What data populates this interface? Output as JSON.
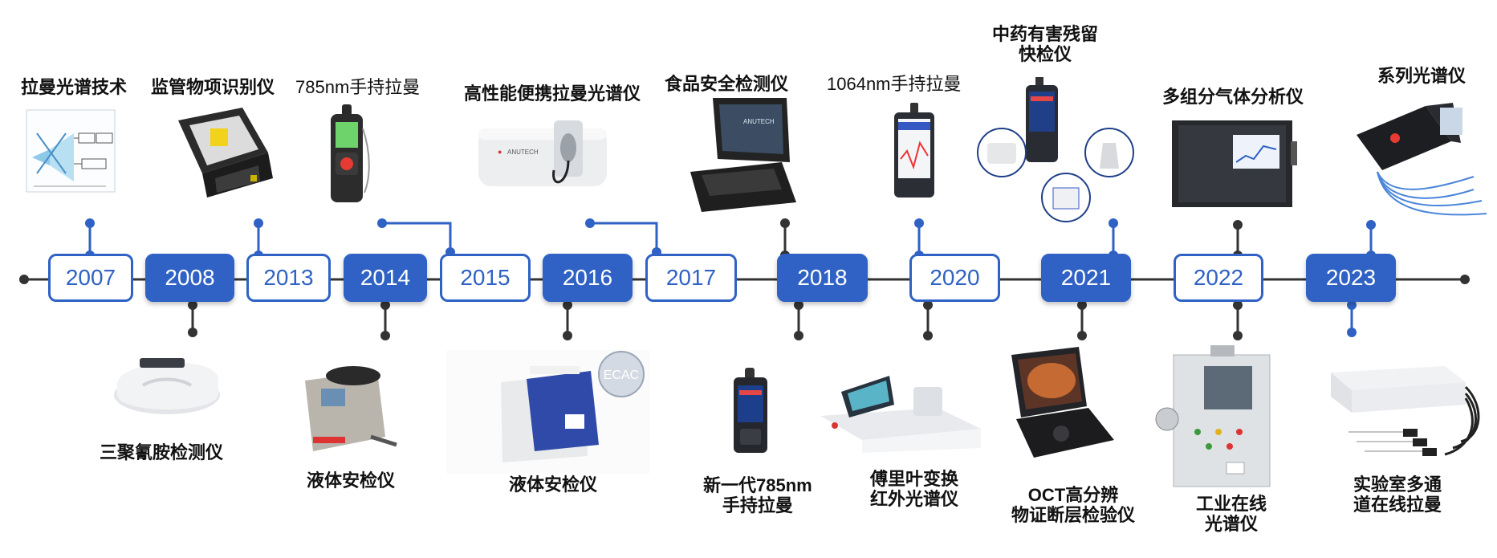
{
  "colors": {
    "accent": "#2f62c4",
    "line": "#333333",
    "white": "#ffffff"
  },
  "years": [
    "2007",
    "2008",
    "2013",
    "2014",
    "2015",
    "2016",
    "2017",
    "2018",
    "2020",
    "2021",
    "2022",
    "2023"
  ],
  "top_labels": {
    "raman_tech": "拉曼光谱技术",
    "regulated_id": "监管物项识别仪",
    "handheld_785": "785nm手持拉曼",
    "portable_raman": "高性能便携拉曼光谱仪",
    "food_safety": "食品安全检测仪",
    "handheld_1064": "1064nm手持拉曼",
    "tcm_line1": "中药有害残留",
    "tcm_line2": "快检仪",
    "multi_gas": "多组分气体分析仪",
    "series_spectrometer": "系列光谱仪"
  },
  "bottom_labels": {
    "melamine": "三聚氰胺检测仪",
    "liquid_2014": "液体安检仪",
    "liquid_2016": "液体安检仪",
    "new_785_line1": "新一代785nm",
    "new_785_line2": "手持拉曼",
    "ftir_line1": "傅里叶变换",
    "ftir_line2": "红外光谱仪",
    "oct_line1": "OCT高分辨",
    "oct_line2": "物证断层检验仪",
    "industrial_line1": "工业在线",
    "industrial_line2": "光谱仪",
    "lab_line1": "实验室多通",
    "lab_line2": "道在线拉曼"
  },
  "badge_text": "ECAC",
  "brand_text": "ANUTECH"
}
